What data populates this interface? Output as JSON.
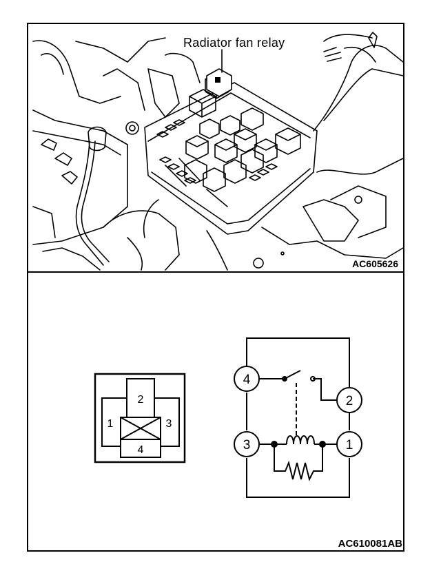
{
  "photo": {
    "callout": "Radiator fan relay",
    "figure_code": "AC605626"
  },
  "connector": {
    "pins": {
      "p1": "1",
      "p2": "2",
      "p3": "3",
      "p4": "4"
    }
  },
  "circuit": {
    "terminals": {
      "t1": "1",
      "t2": "2",
      "t3": "3",
      "t4": "4"
    }
  },
  "footer": {
    "figure_code": "AC610081",
    "suffix": "AB"
  }
}
